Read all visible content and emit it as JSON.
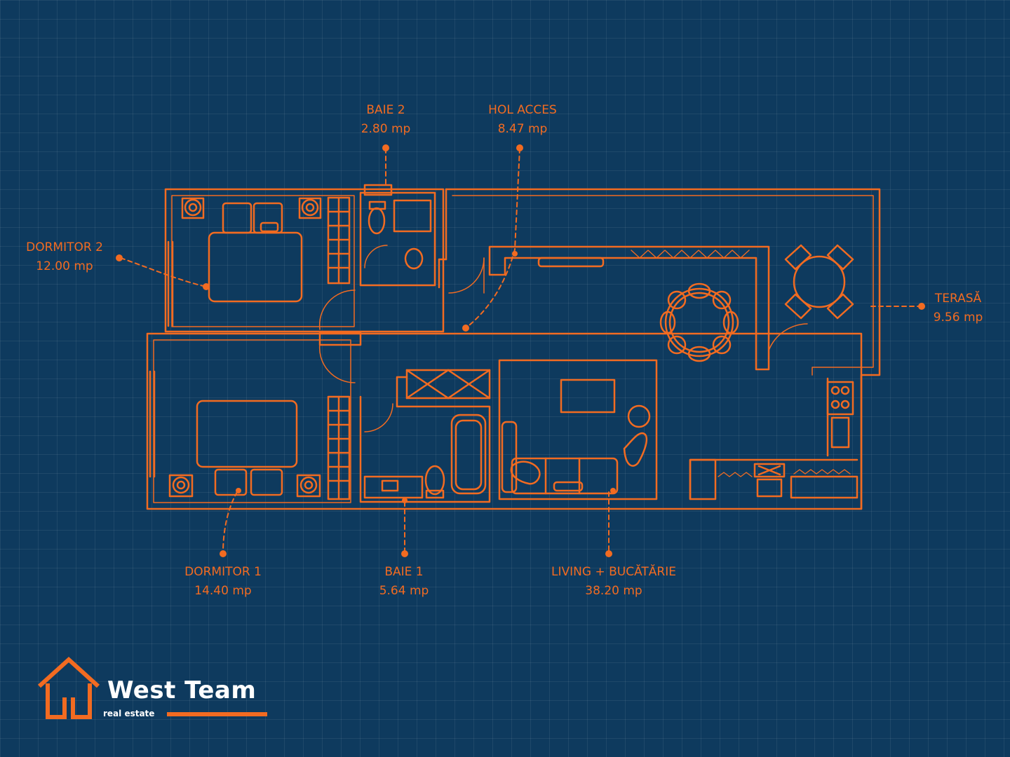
{
  "colors": {
    "background": "#0e3a5e",
    "line": "#f26b21",
    "brand_text": "#ffffff"
  },
  "rooms": [
    {
      "id": "dormitor2",
      "name": "DORMITOR 2",
      "area": "12.00 mp"
    },
    {
      "id": "baie2",
      "name": "BAIE 2",
      "area": "2.80 mp"
    },
    {
      "id": "hol",
      "name": "HOL ACCES",
      "area": "8.47 mp"
    },
    {
      "id": "terasa",
      "name": "TERASĂ",
      "area": "9.56 mp"
    },
    {
      "id": "dormitor1",
      "name": "DORMITOR 1",
      "area": "14.40 mp"
    },
    {
      "id": "baie1",
      "name": "BAIE 1",
      "area": "5.64 mp"
    },
    {
      "id": "living",
      "name": "LIVING + BUCĂTĂRIE",
      "area": "38.20 mp"
    }
  ],
  "brand": {
    "name": "West Team",
    "tagline": "real estate",
    "icon": "house-logo-icon"
  }
}
